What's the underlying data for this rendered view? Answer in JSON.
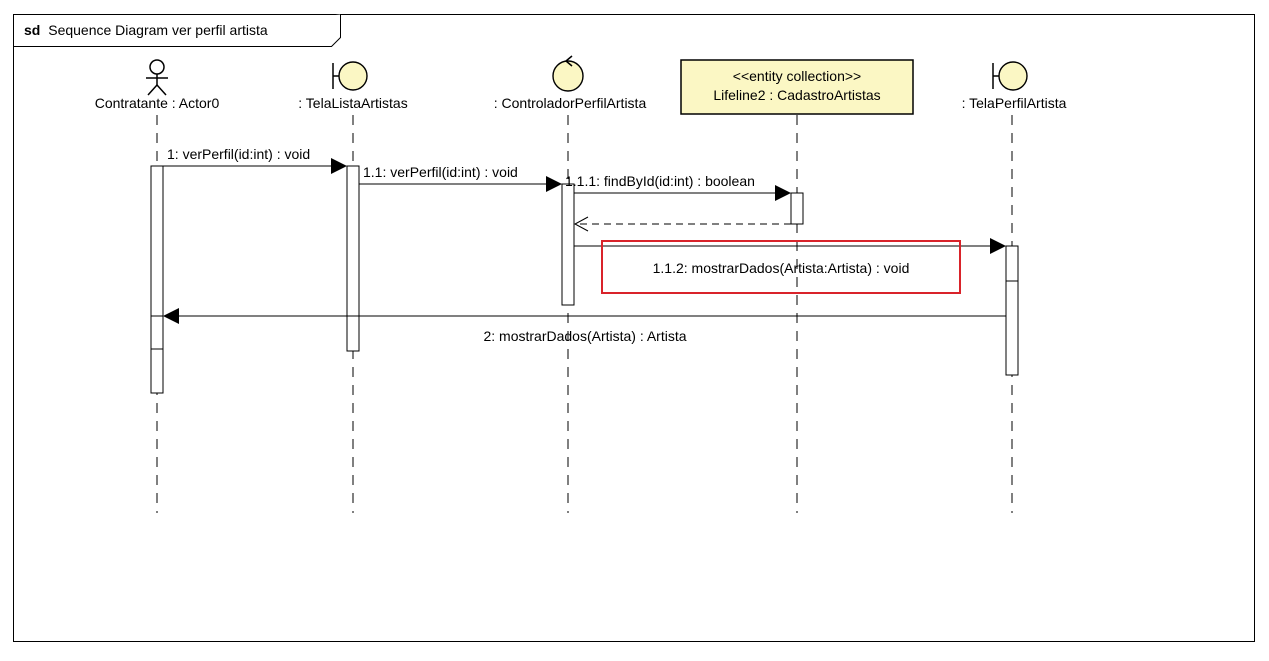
{
  "frame": {
    "keyword": "sd",
    "title": "Sequence Diagram ver perfil artista"
  },
  "lifelines": [
    {
      "id": "contratante",
      "kind": "actor",
      "label": "Contratante : Actor0"
    },
    {
      "id": "telaLista",
      "kind": "boundary",
      "label": ": TelaListaArtistas"
    },
    {
      "id": "controlador",
      "kind": "control",
      "label": ": ControladorPerfilArtista"
    },
    {
      "id": "cadastro",
      "kind": "entity-collection",
      "stereotype": "<<entity collection>>",
      "label": "Lifeline2 : CadastroArtistas"
    },
    {
      "id": "telaPerfil",
      "kind": "boundary",
      "label": ": TelaPerfilArtista"
    }
  ],
  "messages": [
    {
      "id": "m1",
      "label": "1: verPerfil(id:int) : void",
      "from": "contratante",
      "to": "telaLista",
      "kind": "sync"
    },
    {
      "id": "m11",
      "label": "1.1: verPerfil(id:int) : void",
      "from": "telaLista",
      "to": "controlador",
      "kind": "sync"
    },
    {
      "id": "m111",
      "label": "1.1.1: findById(id:int) : boolean",
      "from": "controlador",
      "to": "cadastro",
      "kind": "sync"
    },
    {
      "id": "r111",
      "label": "",
      "from": "cadastro",
      "to": "controlador",
      "kind": "return"
    },
    {
      "id": "m112",
      "label": "1.1.2: mostrarDados(Artista:Artista) : void",
      "from": "controlador",
      "to": "telaPerfil",
      "kind": "sync",
      "highlighted": true
    },
    {
      "id": "m2",
      "label": "2: mostrarDados(Artista) : Artista",
      "from": "telaPerfil",
      "to": "contratante",
      "kind": "sync"
    }
  ],
  "colors": {
    "stroke": "#000000",
    "lifeline_head_fill": "#fbf7c4",
    "highlight": "#d9232a",
    "background": "#ffffff"
  }
}
